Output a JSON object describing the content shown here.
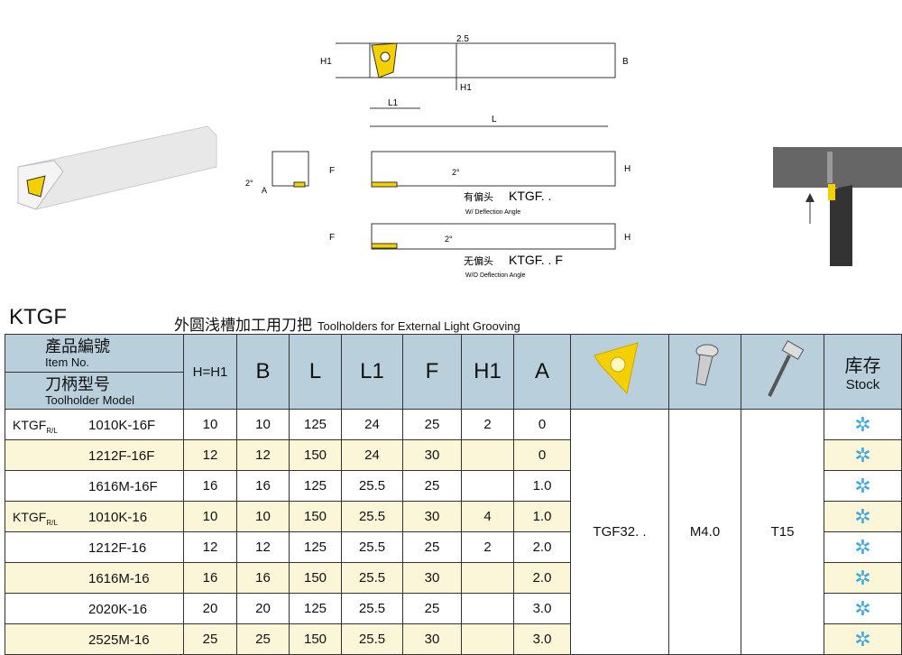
{
  "drawing": {
    "dim_2_5": "2.5",
    "dim_h1_left": "H1",
    "dim_h1": "H1",
    "dim_b": "B",
    "dim_l1": "L1",
    "dim_l": "L",
    "dim_f": "F",
    "dim_h": "H",
    "dim_a": "A",
    "dim_2deg": "2°",
    "with_cn": "有偏头",
    "with_model": "KTGF. .",
    "with_en": "W/ Deflection Angle",
    "without_cn": "无偏头",
    "without_model": "KTGF. . F",
    "without_en": "W/O Deflection Angle"
  },
  "title": "KTGF",
  "subtitle_cn": "外圆浅槽加工用刀把",
  "subtitle_en": "Toolholders for External Light Grooving",
  "header": {
    "item_cn": "產品編號",
    "item_en": "Item No.",
    "model_cn": "刀柄型号",
    "model_en": "Toolholder Model",
    "cols": [
      "H=H1",
      "B",
      "L",
      "L1",
      "F",
      "H1",
      "A"
    ],
    "stock_cn": "库存",
    "stock_en": "Stock"
  },
  "rows": [
    {
      "prefix": "KTGF",
      "sub": "R/L",
      "code": "1010K-16F",
      "v": [
        "10",
        "10",
        "125",
        "24",
        "25",
        "2",
        "0"
      ]
    },
    {
      "prefix": "",
      "sub": "",
      "code": "1212F-16F",
      "v": [
        "12",
        "12",
        "150",
        "24",
        "30",
        "",
        "0"
      ]
    },
    {
      "prefix": "",
      "sub": "",
      "code": "1616M-16F",
      "v": [
        "16",
        "16",
        "125",
        "25.5",
        "25",
        "",
        "1.0"
      ]
    },
    {
      "prefix": "KTGF",
      "sub": "R/L",
      "code": "1010K-16",
      "v": [
        "10",
        "10",
        "150",
        "25.5",
        "30",
        "4",
        "1.0"
      ]
    },
    {
      "prefix": "",
      "sub": "",
      "code": "1212F-16",
      "v": [
        "12",
        "12",
        "125",
        "25.5",
        "25",
        "2",
        "2.0"
      ]
    },
    {
      "prefix": "",
      "sub": "",
      "code": "1616M-16",
      "v": [
        "16",
        "16",
        "150",
        "25.5",
        "30",
        "",
        "2.0"
      ]
    },
    {
      "prefix": "",
      "sub": "",
      "code": "2020K-16",
      "v": [
        "20",
        "20",
        "125",
        "25.5",
        "25",
        "",
        "3.0"
      ]
    },
    {
      "prefix": "",
      "sub": "",
      "code": "2525M-16",
      "v": [
        "25",
        "25",
        "150",
        "25.5",
        "30",
        "",
        "3.0"
      ]
    }
  ],
  "insert": "TGF32. .",
  "screw": "M4.0",
  "key": "T15",
  "stock_symbol": "✲",
  "colors": {
    "header": "#b9cfdc",
    "stripe": "#fcf6d8",
    "insert": "#f5d000",
    "stock": "#3fa9dd"
  }
}
